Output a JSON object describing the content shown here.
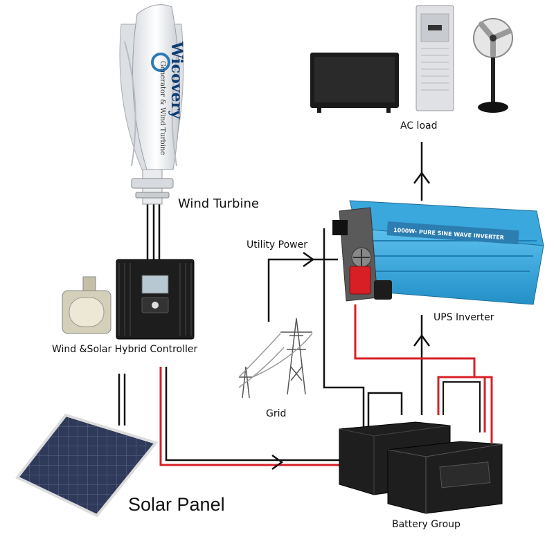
{
  "labels": {
    "wind_turbine": "Wind Turbine",
    "controller": "Wind &Solar Hybrid Controller",
    "solar_panel": "Solar Panel",
    "utility_power": "Utility Power",
    "grid": "Grid",
    "ups_inverter": "UPS Inverter",
    "ac_load": "AC load",
    "battery_group": "Battery Group"
  },
  "turbine_brand": "Wicovery",
  "turbine_brand_sub": "Generator & Wind Turbine",
  "inverter_label": "1000W- PURE SINE WAVE INVERTER",
  "colors": {
    "wire_black": "#111111",
    "wire_red": "#d81f26",
    "inverter_blue": "#3aa7dd",
    "terminal_red": "#d81f26",
    "panel_blue": "#2c3550"
  }
}
